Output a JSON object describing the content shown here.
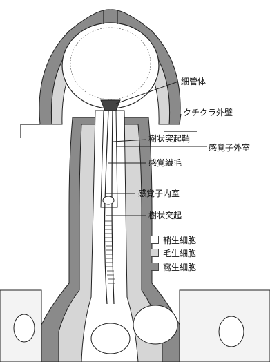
{
  "labels": {
    "tubular_body": "細管体",
    "cuticle_wall": "クチクラ外壁",
    "dendrite_sheath": "樹状突起鞘",
    "outer_lymph": "感覚子外室",
    "sensory_cilium": "感覚繊毛",
    "inner_lymph": "感覚子内室",
    "dendrite": "樹状突起"
  },
  "legend": [
    {
      "label": "鞘生細胞",
      "color": "#ffffff"
    },
    {
      "label": "毛生細胞",
      "color": "#d6d6d6"
    },
    {
      "label": "窩生細胞",
      "color": "#8a8a8a"
    }
  ],
  "colors": {
    "socket_cell": "#8a8a8a",
    "trichogen_cell": "#d6d6d6",
    "thecogen_cell": "#ffffff",
    "line": "#222222"
  }
}
